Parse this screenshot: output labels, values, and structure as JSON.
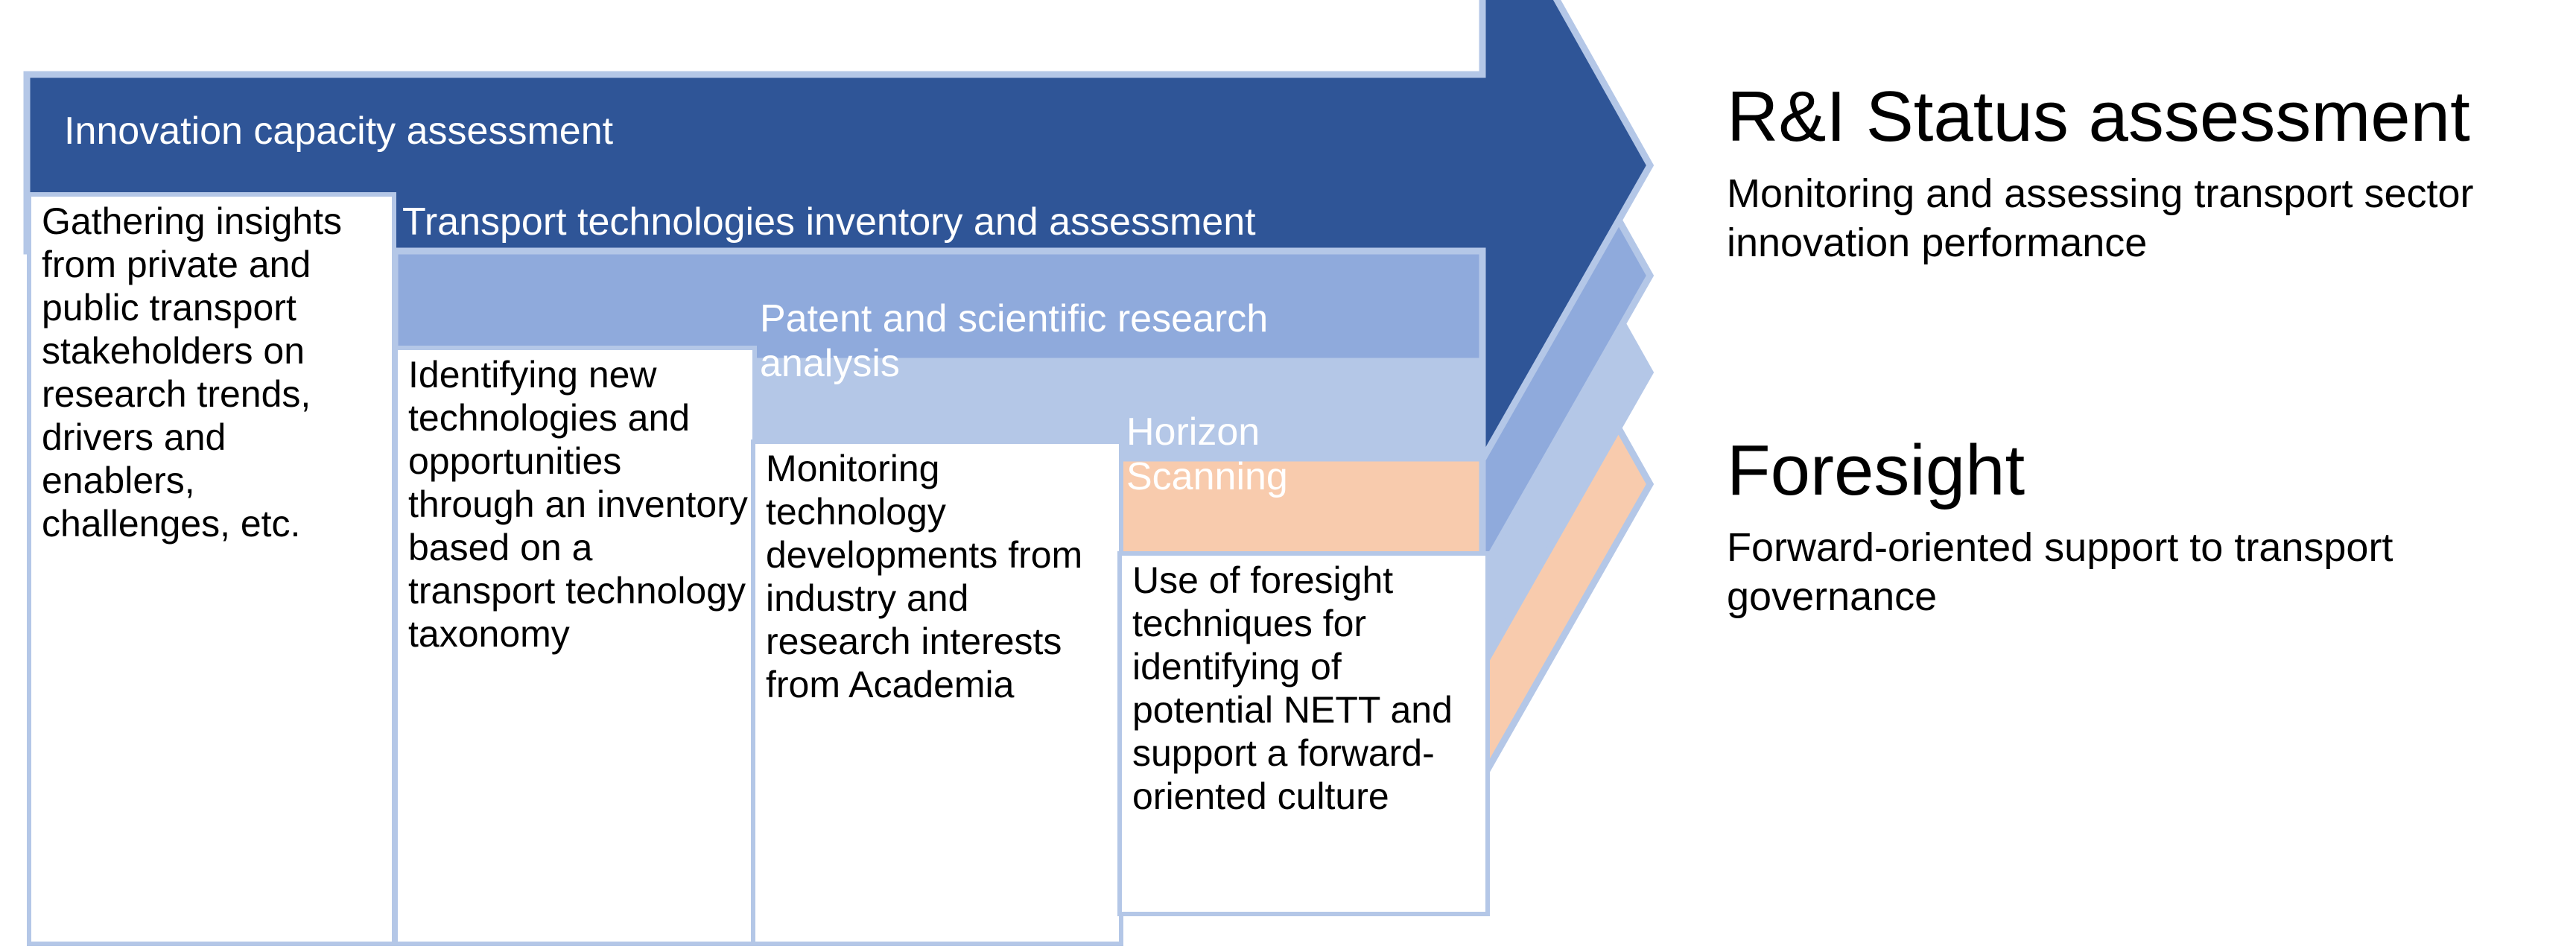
{
  "diagram": {
    "type": "chevron-process-arrows",
    "title": "",
    "colors": {
      "band1_fill": "#2F5597",
      "band2_fill": "#8FAADC",
      "band3_fill": "#B4C7E7",
      "band4_fill": "#F8CBAD",
      "outline": "#B4C7E7",
      "box_border": "#B4C7E7",
      "box_fill": "#FFFFFF",
      "band_label_color": "#FFFFFF",
      "body_text_color": "#000000"
    },
    "bands": [
      {
        "id": "innovation-capacity-assessment",
        "label": "Innovation capacity assessment",
        "fill": "#2F5597",
        "detail": "Gathering insights from private and public transport stakeholders on research trends, drivers and enablers, challenges, etc."
      },
      {
        "id": "transport-technologies-inventory",
        "label": "Transport technologies inventory and assessment",
        "fill": "#8FAADC",
        "detail": "Identifying new technologies and opportunities through an inventory based on a transport technology taxonomy"
      },
      {
        "id": "patent-and-scientific-research-analysis",
        "label": "Patent and scientific research analysis",
        "fill": "#B4C7E7",
        "detail": "Monitoring technology developments from industry and research interests from Academia"
      },
      {
        "id": "horizon-scanning",
        "label": "Horizon Scanning",
        "fill": "#F8CBAD",
        "detail": "Use of foresight techniques for identifying of potential NETT and support a forward-oriented culture"
      }
    ]
  },
  "callouts": [
    {
      "id": "ri-status-assessment",
      "title": "R&I Status assessment",
      "subtitle": "Monitoring and assessing transport sector innovation performance"
    },
    {
      "id": "foresight",
      "title": "Foresight",
      "subtitle": "Forward-oriented support to transport governance"
    }
  ]
}
